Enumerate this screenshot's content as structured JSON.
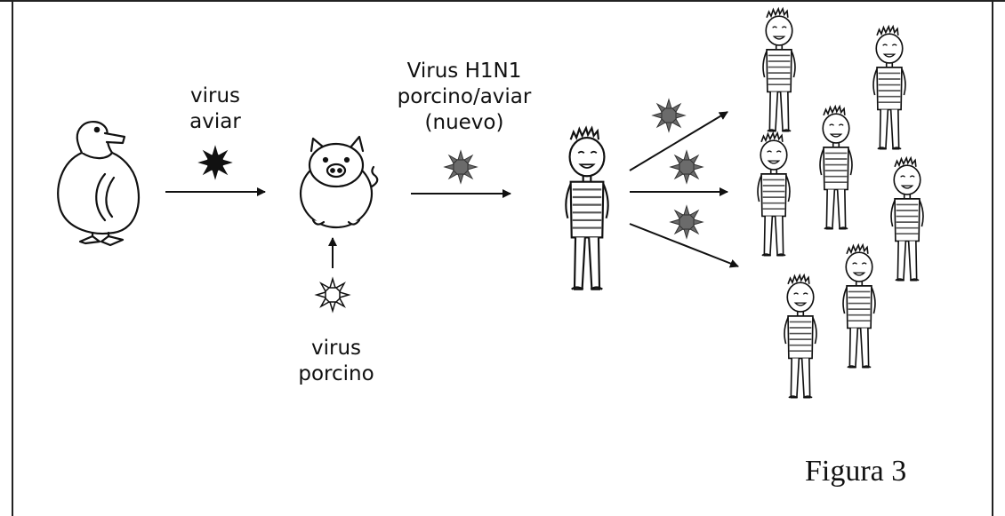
{
  "labels": {
    "avian_virus": [
      "virus",
      "aviar"
    ],
    "h1n1_virus": [
      "Virus H1N1",
      "porcino/aviar",
      "(nuevo)"
    ],
    "swine_virus": [
      "virus",
      "porcino"
    ]
  },
  "caption": "Figura 3",
  "colors": {
    "ink": "#111111",
    "border": "#222222",
    "avian_virus": "#111111",
    "h1n1_virus": "#6b6b6b",
    "swine_virus": "#ffffff",
    "background": "#ffffff"
  },
  "icons": {
    "duck": "duck-icon",
    "pig": "pig-icon",
    "person": "person-icon",
    "virus": "virus-icon"
  }
}
